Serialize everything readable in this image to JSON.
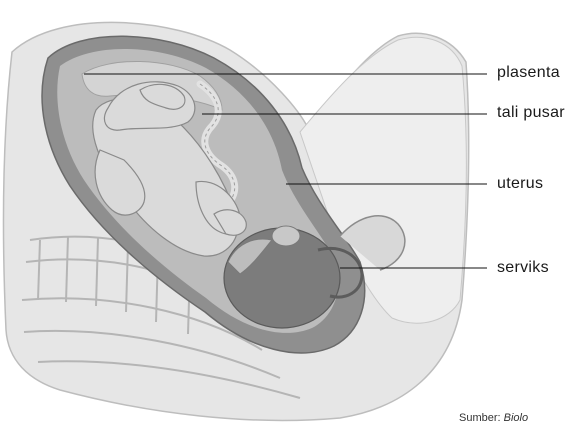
{
  "labels": {
    "plasenta": "plasenta",
    "tali_pusar": "tali pusar",
    "uterus": "uterus",
    "serviks": "serviks"
  },
  "source": {
    "prefix": "Sumber:",
    "title": "Biolo"
  },
  "colors": {
    "pelvis": "#e4e4e4",
    "uterine_wall": "#8e8e8e",
    "cavity": "#b9b9b9",
    "fetus_skin": "#d9d9d9",
    "head": "#7f7f7f",
    "leader_line": "#111111"
  }
}
